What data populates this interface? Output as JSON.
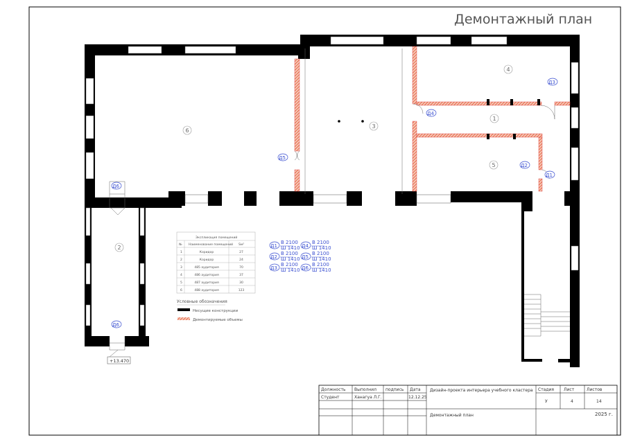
{
  "sheet_title": "Демонтажный план",
  "rooms": [
    "1",
    "2",
    "3",
    "4",
    "5",
    "6"
  ],
  "doors": {
    "d1": "Д1",
    "d2": "Д2",
    "d3": "Д3",
    "d4": "Д4",
    "d5": "Д5",
    "d6": "Д6"
  },
  "door_specs": [
    {
      "tag": "Д1",
      "h": "В 2100",
      "w": "Ш 1410"
    },
    {
      "tag": "Д2",
      "h": "В 2100",
      "w": "Ш 1410"
    },
    {
      "tag": "Д3",
      "h": "В 2100",
      "w": "Ш 1410"
    },
    {
      "tag": "Д4",
      "h": "В 2100",
      "w": "Ш 1410"
    },
    {
      "tag": "Д5",
      "h": "В 2100",
      "w": "Ш 1410"
    },
    {
      "tag": "Д6",
      "h": "В 2100",
      "w": "Ш 1410"
    }
  ],
  "elevation": "+13.470",
  "explication": {
    "title": "Экспликация помещений",
    "headers": [
      "№",
      "Наименование помещений",
      "Sм²"
    ],
    "rows": [
      [
        "1",
        "Коридор",
        "27"
      ],
      [
        "2",
        "Коридор",
        "24"
      ],
      [
        "3",
        "485 аудитория",
        "70"
      ],
      [
        "4",
        "486 аудитория",
        "37"
      ],
      [
        "5",
        "487 аудитория",
        "30"
      ],
      [
        "6",
        "488 аудитория",
        "123"
      ]
    ]
  },
  "legend": {
    "title": "Условные обозначения",
    "items": [
      "Несущие конструкции",
      "Демонтируемые объемы"
    ]
  },
  "title_block": {
    "headers": [
      "Должность",
      "Выполнил",
      "подпись",
      "Дата"
    ],
    "row": [
      "Студент",
      "Ханагуа Л.Г.",
      "",
      "12.12.25"
    ],
    "project": "Дизайн-проекта интерьера учебного кластера",
    "stage_label": "Стадия",
    "sheet_label": "Лист",
    "sheets_label": "Листов",
    "stage": "У",
    "sheet": "4",
    "sheets": "14",
    "drawing": "Демонтажный план",
    "year": "2025 г."
  }
}
